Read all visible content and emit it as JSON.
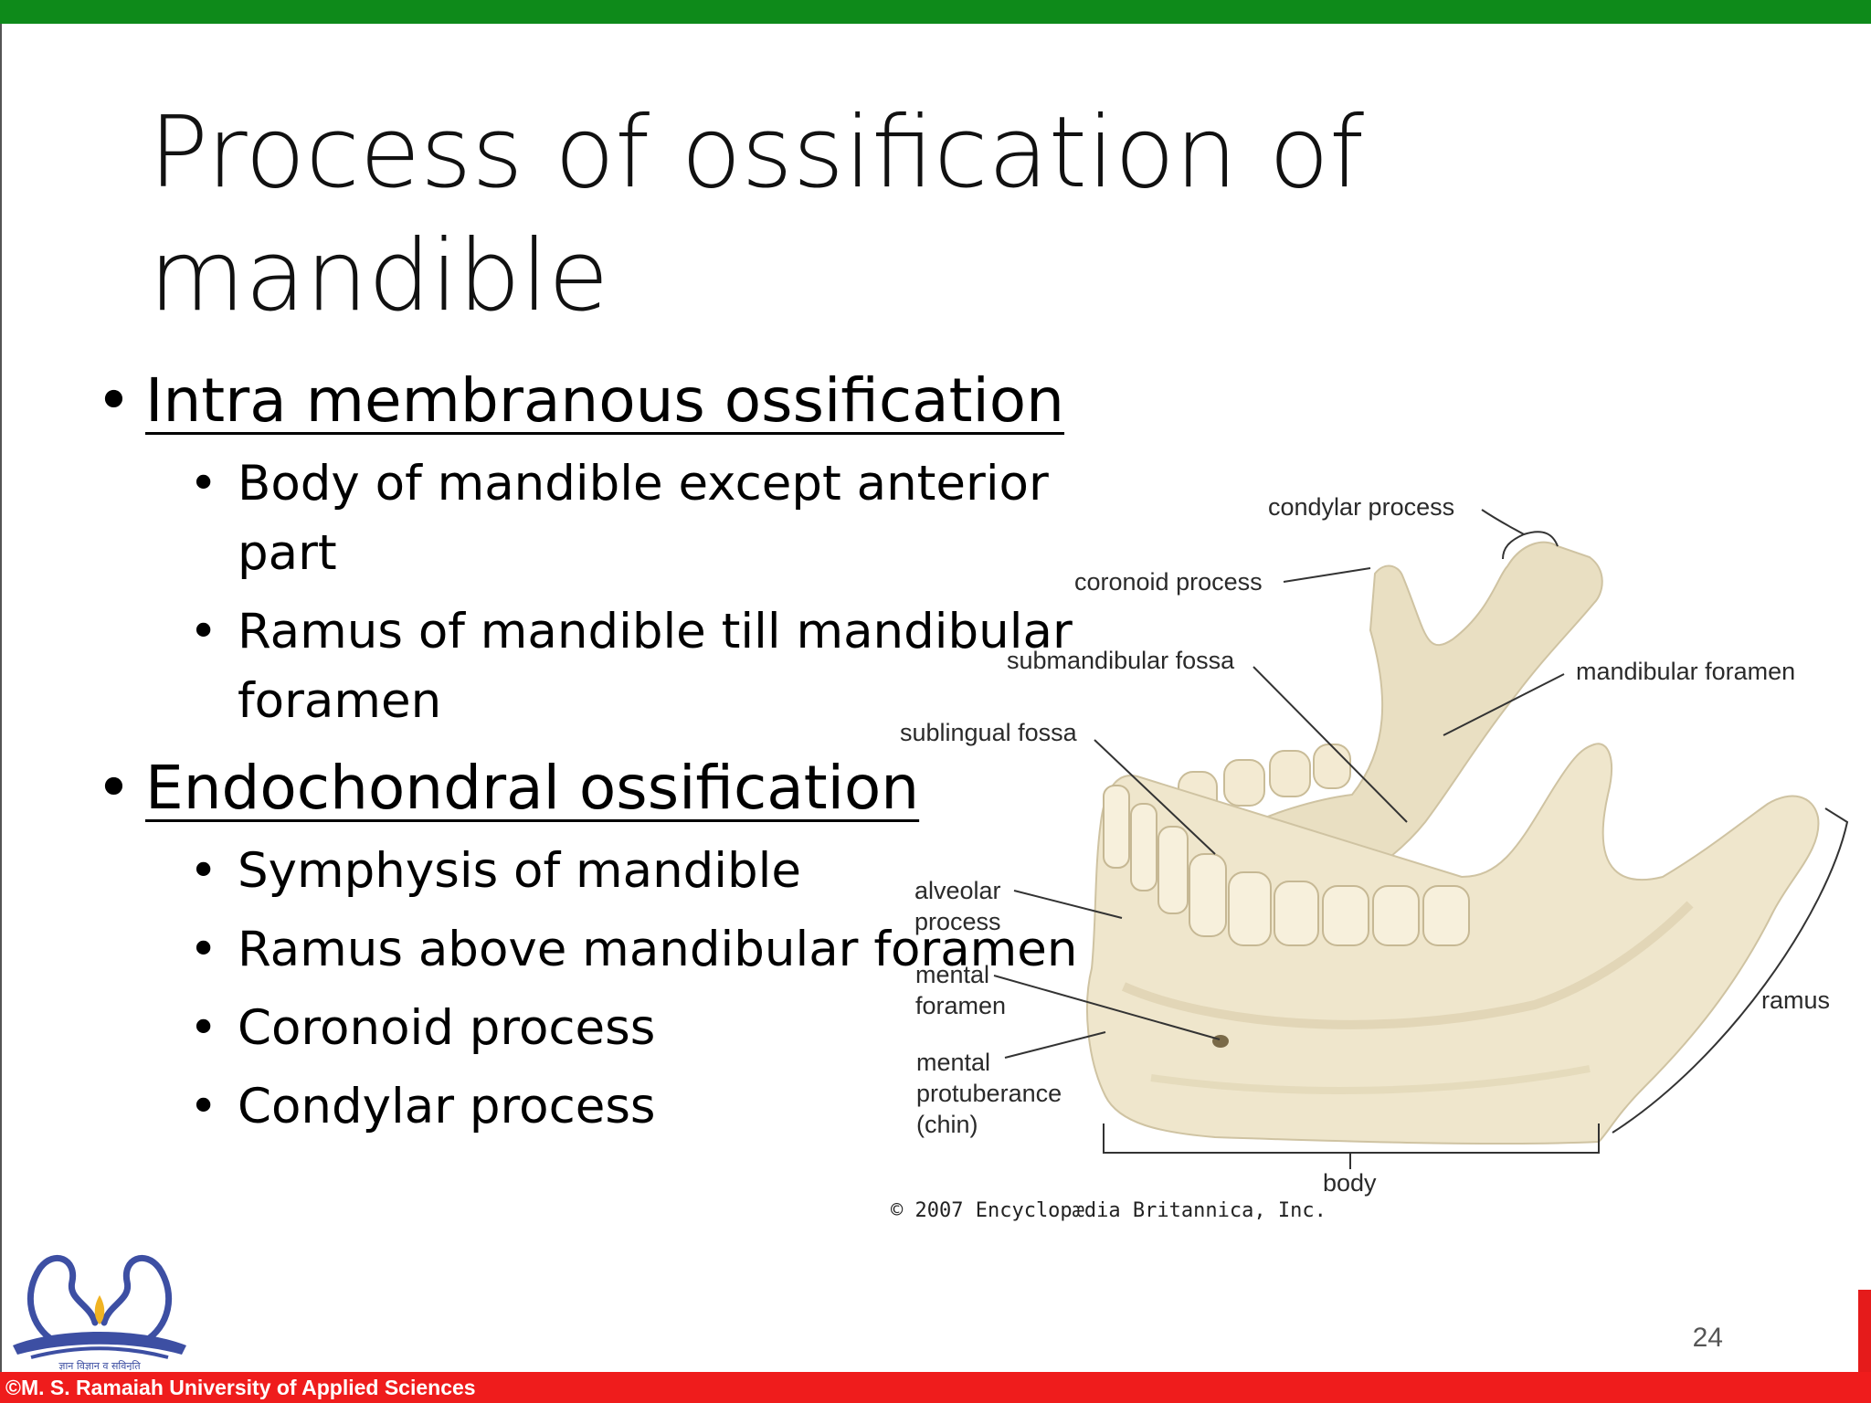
{
  "slide": {
    "title": "Process of ossification of mandible",
    "page_number": "24",
    "footer": "©M. S. Ramaiah University of Applied Sciences",
    "logo_caption": "ज्ञान विज्ञान व सविनृति"
  },
  "bullets": [
    {
      "heading": "Intra membranous ossification",
      "items": [
        "Body of mandible except anterior part",
        "Ramus of mandible till mandibular foramen"
      ]
    },
    {
      "heading": "Endochondral ossification",
      "items": [
        "Symphysis of mandible",
        "Ramus above mandibular foramen",
        "Coronoid process",
        "Condylar process"
      ]
    }
  ],
  "figure": {
    "labels": {
      "condylar_process": "condylar process",
      "coronoid_process": "coronoid process",
      "submandibular_fossa": "submandibular fossa",
      "mandibular_foramen": "mandibular foramen",
      "sublingual_fossa": "sublingual fossa",
      "alveolar_process": "alveolar\nprocess",
      "mental_foramen": "mental\nforamen",
      "mental_protuberance": "mental\nprotuberance\n(chin)",
      "ramus": "ramus",
      "body": "body"
    },
    "credit": "© 2007 Encyclopædia Britannica, Inc."
  },
  "colors": {
    "top_bar": "#0e8a1a",
    "footer_bar": "#ef1c1c",
    "bone": "#efe6cc",
    "logo": "#3d4fa3"
  }
}
